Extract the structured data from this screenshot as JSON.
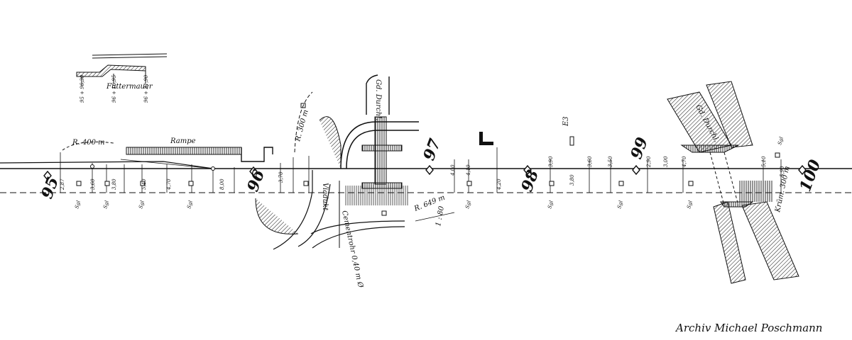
{
  "diagram": {
    "km_posts": [
      "95",
      "96",
      "97",
      "98",
      "99",
      "100"
    ],
    "labels": {
      "futtermauer": "Futtermauer",
      "rampe": "Rampe",
      "radius_left": "R. 400 m",
      "radius_mid": "R. 300 m",
      "durchlass_left": "Gd. Durchl.",
      "durchlass_right": "Gd. Durchl.",
      "viadukt": "Viadukt",
      "zementrohr": "Cementrohr 0,40 m Ø",
      "bogen": "R. 649 m",
      "gefaelle": "1 : 80",
      "kraemer": "Krüm. 300 m",
      "viewer_note": "E3"
    },
    "chainages_left": [
      "95 + 96,30",
      "96 + 16,95",
      "96 + 21,90"
    ],
    "signal_labels": [
      "Sgl",
      "Sgl",
      "Sgl",
      "Sgl",
      "Sgl",
      "Sgl",
      "Sgl",
      "Sgl",
      "Sgl"
    ],
    "spot_heights": [
      "2,87",
      "3,60",
      "3,80",
      "5,40",
      "4,70",
      "8,00",
      "3,70",
      "4,00",
      "4,10",
      "4,20",
      "3,90",
      "3,80",
      "3,60",
      "3,50",
      "2,90",
      "3,00",
      "4,70",
      "5,10",
      "5,90"
    ]
  },
  "credit": "Archiv Michael Poschmann"
}
